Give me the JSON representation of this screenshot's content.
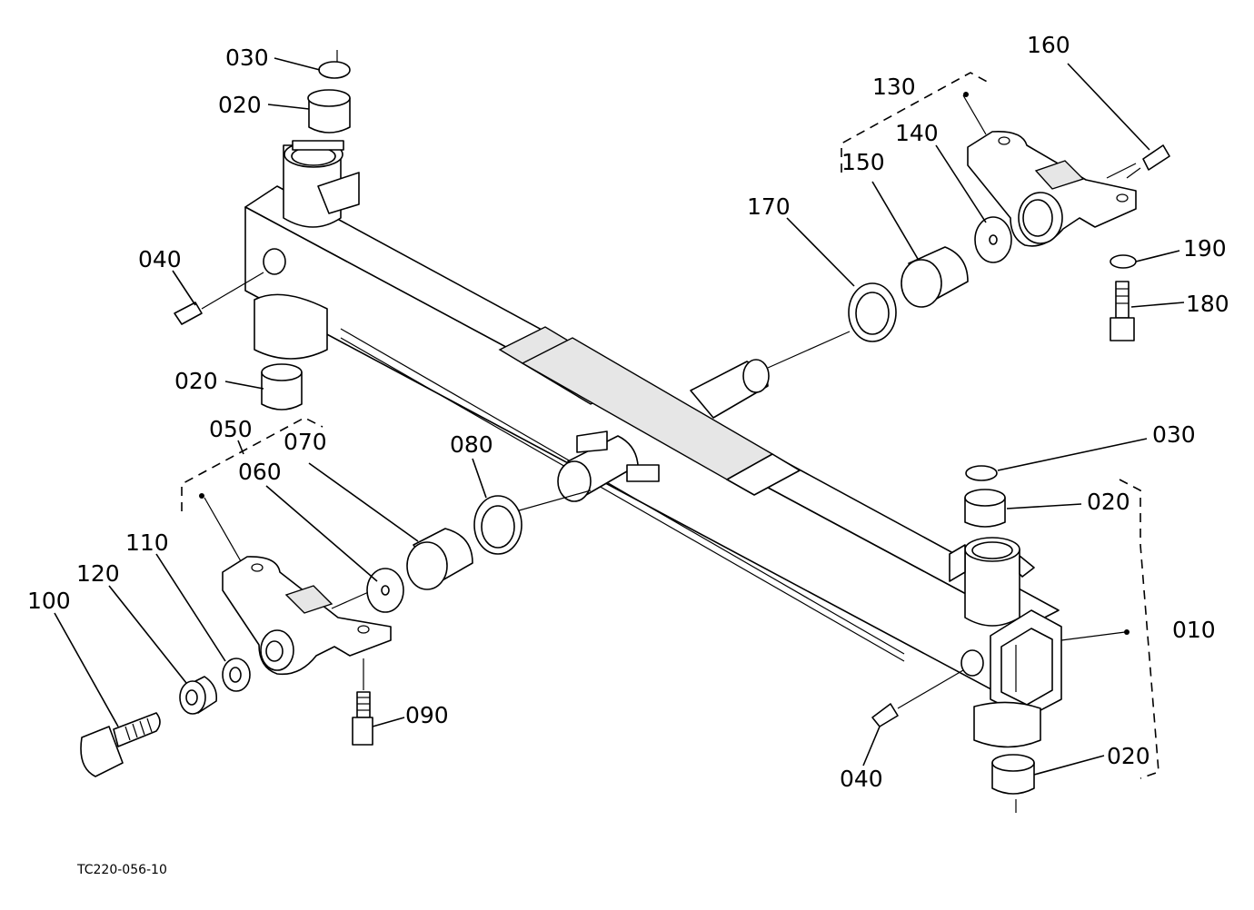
{
  "drawing_code": "TC220-056-10",
  "callouts": {
    "c010": "010",
    "c020a": "020",
    "c020b": "020",
    "c020c": "020",
    "c020d": "020",
    "c030a": "030",
    "c030b": "030",
    "c040a": "040",
    "c040b": "040",
    "c050": "050",
    "c060": "060",
    "c070": "070",
    "c080": "080",
    "c090": "090",
    "c100": "100",
    "c110": "110",
    "c120": "120",
    "c130": "130",
    "c140": "140",
    "c150": "150",
    "c160": "160",
    "c170": "170",
    "c180": "180",
    "c190": "190"
  }
}
